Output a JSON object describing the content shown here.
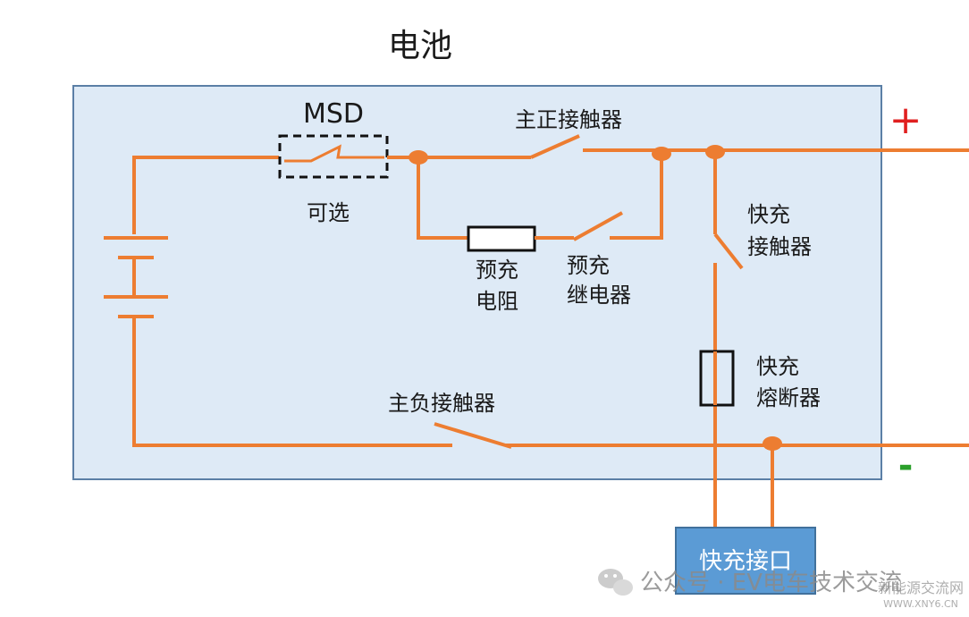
{
  "title": "电池",
  "labels": {
    "msd": "MSD",
    "msd_optional": "可选",
    "main_pos_contactor": "主正接触器",
    "precharge_resistor_line1": "预充",
    "precharge_resistor_line2": "电阻",
    "precharge_relay_line1": "预充",
    "precharge_relay_line2": "继电器",
    "fast_charge_contactor_line1": "快充",
    "fast_charge_contactor_line2": "接触器",
    "fast_charge_fuse_line1": "快充",
    "fast_charge_fuse_line2": "熔断器",
    "main_neg_contactor": "主负接触器",
    "fast_charge_port": "快充接口",
    "plus_sign": "+",
    "minus_sign": "-"
  },
  "watermark": {
    "text": "公众号 · EV电车技术交流",
    "site_cn": "新能源交流网",
    "site_url": "WWW.XNY6.CN"
  },
  "colors": {
    "wire": "#ED7D31",
    "battery_box_fill": "#DEEAF6",
    "battery_box_border": "#5B7FA6",
    "port_fill": "#5B9BD5",
    "plus": "#E02020",
    "minus": "#2BA02B"
  }
}
